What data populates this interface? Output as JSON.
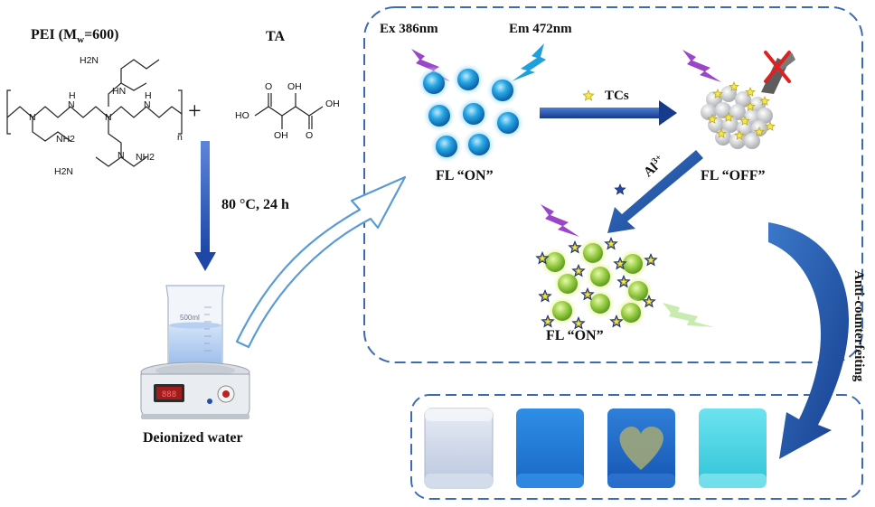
{
  "reactants": {
    "pei_label": "PEI (M",
    "pei_sub": "w",
    "pei_tail": "=600)",
    "ta_label": "TA",
    "plus": "+",
    "n": "n"
  },
  "pei_atoms": {
    "h2n_top": "H2N",
    "hn": "HN",
    "n": "N",
    "h": "H",
    "nh2": "NH2",
    "h2n_bottom": "H2N"
  },
  "ta_atoms": {
    "ho": "HO",
    "oh": "OH",
    "o": "O"
  },
  "conditions": "80 °C, 24 h",
  "beaker_label": "500ml",
  "setup_label": "Deionized water",
  "mechanism": {
    "excitation": "Ex 386nm",
    "emission": "Em 472nm",
    "analyte1": "TCs",
    "analyte2": "Al",
    "analyte2_sup": "3+",
    "state_on": "FL “ON”",
    "state_off": "FL “OFF”",
    "state_on2": "FL “ON”"
  },
  "application": "Anti-counterfeiting",
  "colors": {
    "frame": "#3d6bb3",
    "arrow_dark": "#1e3f91",
    "dot_blue": "#1f9bd8",
    "dot_green": "#8cc63e",
    "star_yellow": "#f5e94a",
    "star_blue": "#2747a6",
    "lightning_purple": "#9b45c9",
    "lightning_blue": "#1fa0dc"
  }
}
